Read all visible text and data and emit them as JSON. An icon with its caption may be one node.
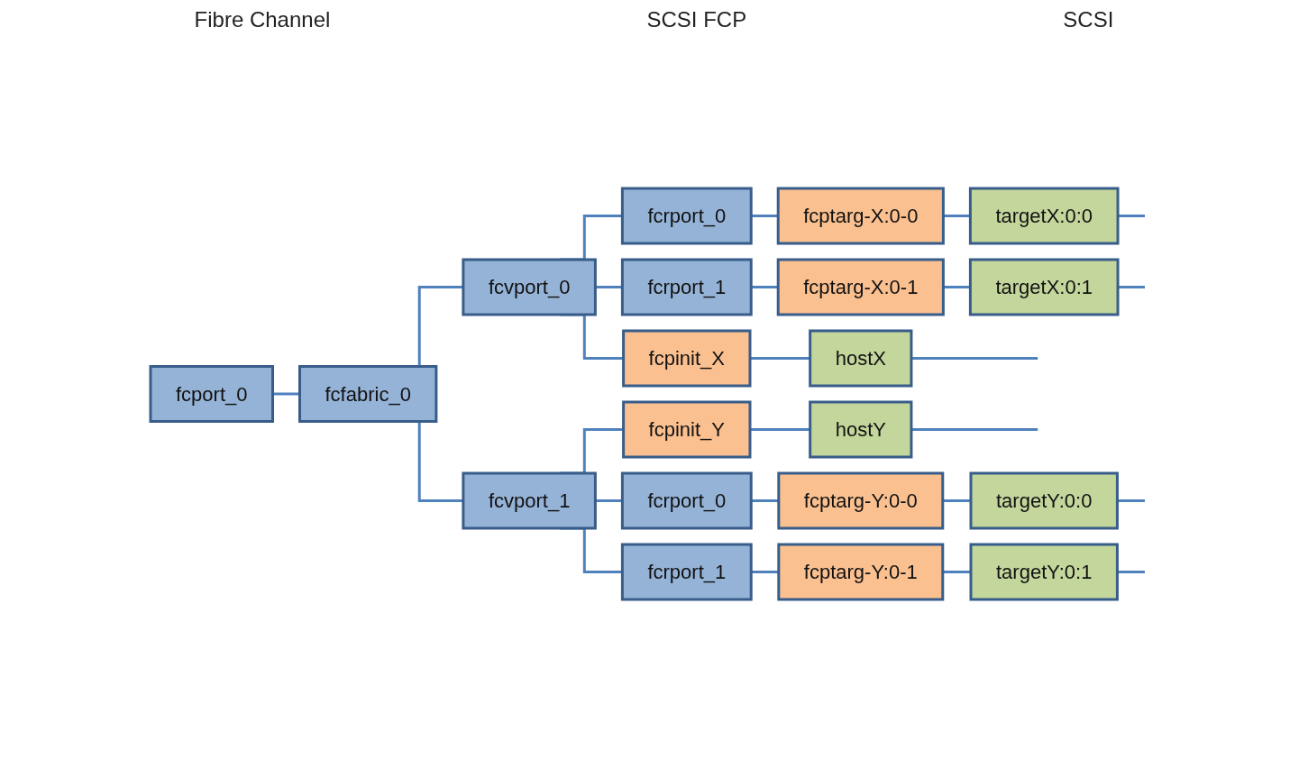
{
  "diagram": {
    "nodes": [
      {
        "text": [
          "fcport_0"
        ]
      },
      {
        "text": [
          "fcfabric_0"
        ]
      },
      {
        "text": [
          "fcvport_0"
        ]
      },
      {
        "text": [
          "fcrport_0"
        ]
      },
      {
        "text": [
          "fcptarg-X:0-0"
        ]
      },
      {
        "text": [
          "targetX:0:0"
        ]
      },
      {
        "text": [
          "fcrport_1"
        ]
      },
      {
        "text": [
          "fcptarg-X:0-1"
        ]
      },
      {
        "text": [
          "targetX:0:1"
        ]
      },
      {
        "text": [
          "fcpinit_X"
        ]
      },
      {
        "text": [
          "hostX"
        ]
      },
      {
        "text": [
          "fcvport_1"
        ]
      },
      {
        "text": [
          "fcpinit_Y"
        ]
      },
      {
        "text": [
          "hostY"
        ]
      },
      {
        "text": [
          "fcrport_0"
        ]
      },
      {
        "text": [
          "fcptarg-Y:0-0"
        ]
      },
      {
        "text": [
          "targetY:0:0"
        ]
      },
      {
        "text": [
          "fcrport_1"
        ]
      },
      {
        "text": [
          "fcptarg-Y:0-1"
        ]
      },
      {
        "text": [
          "targetY:0:1"
        ]
      }
    ],
    "edges": [
      {
        "from": 0,
        "to": 1,
        "arrow": "none"
      },
      {
        "from": 1,
        "to": 2,
        "arrow": "none"
      },
      {
        "from": 1,
        "to": 11,
        "arrow": "none"
      },
      {
        "from": 2,
        "to": 3,
        "arrow": "none"
      },
      {
        "from": 3,
        "to": 4,
        "arrow": "none"
      },
      {
        "from": 4,
        "to": 5,
        "arrow": "none"
      },
      {
        "from": 5,
        "to": null,
        "arrow": "none"
      },
      {
        "from": 2,
        "to": 6,
        "arrow": "none"
      },
      {
        "from": 6,
        "to": 7,
        "arrow": "none"
      },
      {
        "from": 7,
        "to": 8,
        "arrow": "none"
      },
      {
        "from": 8,
        "to": null,
        "arrow": "none"
      },
      {
        "from": 2,
        "to": 9,
        "arrow": "none"
      },
      {
        "from": 9,
        "to": 10,
        "arrow": "none"
      },
      {
        "from": 10,
        "to": null,
        "arrow": "none"
      },
      {
        "from": 11,
        "to": 12,
        "arrow": "none"
      },
      {
        "from": 12,
        "to": 13,
        "arrow": "none"
      },
      {
        "from": 13,
        "to": null,
        "arrow": "none"
      },
      {
        "from": 11,
        "to": 14,
        "arrow": "none"
      },
      {
        "from": 14,
        "to": 15,
        "arrow": "none"
      },
      {
        "from": 15,
        "to": 16,
        "arrow": "none"
      },
      {
        "from": 16,
        "to": null,
        "arrow": "none"
      },
      {
        "from": 11,
        "to": 17,
        "arrow": "none"
      },
      {
        "from": 17,
        "to": 18,
        "arrow": "none"
      },
      {
        "from": 18,
        "to": 19,
        "arrow": "none"
      },
      {
        "from": 19,
        "to": null,
        "arrow": "none"
      }
    ],
    "labels": [
      "Fibre Channel",
      "SCSI FCP",
      "SCSI"
    ]
  }
}
